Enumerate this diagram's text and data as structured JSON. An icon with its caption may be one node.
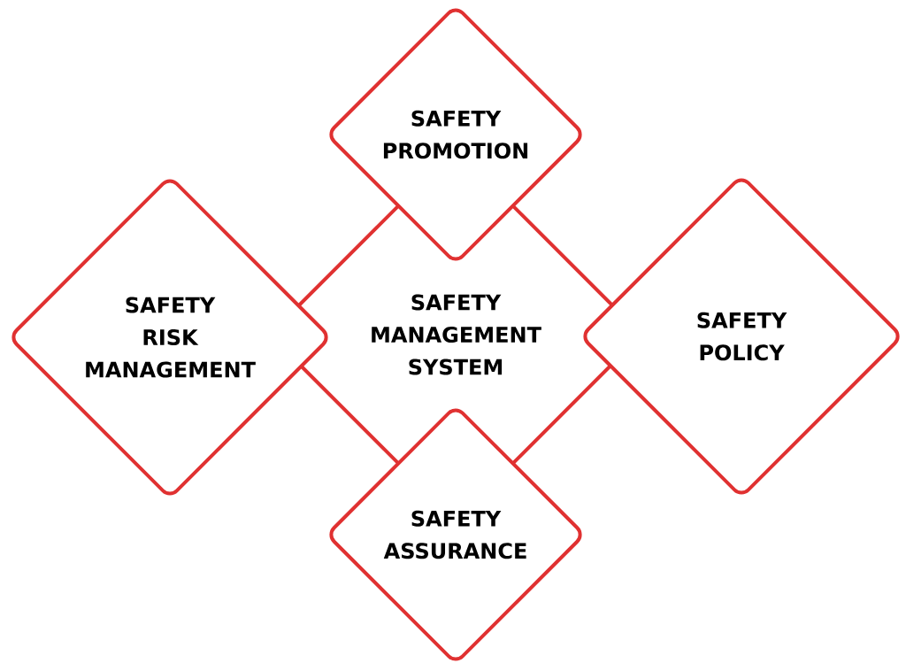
{
  "diagram": {
    "nodes": [
      {
        "text": [
          "SAFETY PROMOTION"
        ]
      },
      {
        "text": [
          "SAFETY RISK MANAGEMENT"
        ]
      },
      {
        "text": [
          "SAFETY MANAGEMENT SYSTEM"
        ]
      },
      {
        "text": [
          "SAFETY POLICY"
        ]
      },
      {
        "text": [
          "SAFETY ASSURANCE"
        ]
      }
    ]
  }
}
